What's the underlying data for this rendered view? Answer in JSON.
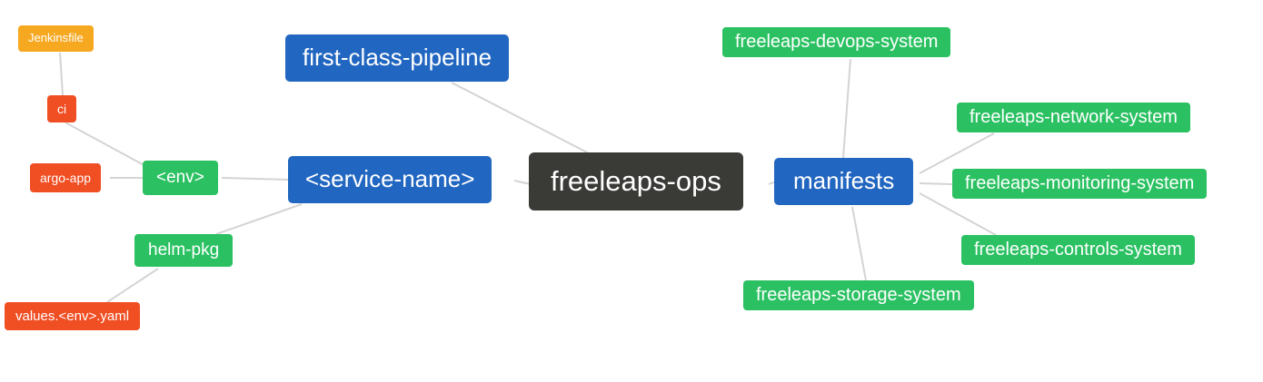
{
  "diagram": {
    "edge_color": "#d4d4d4",
    "nodes": {
      "jenkinsfile": {
        "label": "Jenkinsfile",
        "color": "#f6a821"
      },
      "ci": {
        "label": "ci",
        "color": "#f04e23"
      },
      "argo_app": {
        "label": "argo-app",
        "color": "#f04e23"
      },
      "env": {
        "label": "<env>",
        "color": "#2bc162"
      },
      "first_class_pipeline": {
        "label": "first-class-pipeline",
        "color": "#2166c0"
      },
      "service_name": {
        "label": "<service-name>",
        "color": "#2166c0"
      },
      "helm_pkg": {
        "label": "helm-pkg",
        "color": "#2bc162"
      },
      "values_env_yaml": {
        "label": "values.<env>.yaml",
        "color": "#f04e23"
      },
      "freeleaps_ops": {
        "label": "freeleaps-ops",
        "color": "#3a3a37"
      },
      "manifests": {
        "label": "manifests",
        "color": "#2166c0"
      },
      "devops_system": {
        "label": "freeleaps-devops-system",
        "color": "#2bc162"
      },
      "network_system": {
        "label": "freeleaps-network-system",
        "color": "#2bc162"
      },
      "monitoring_system": {
        "label": "freeleaps-monitoring-system",
        "color": "#2bc162"
      },
      "controls_system": {
        "label": "freeleaps-controls-system",
        "color": "#2bc162"
      },
      "storage_system": {
        "label": "freeleaps-storage-system",
        "color": "#2bc162"
      }
    },
    "edges": [
      [
        "jenkinsfile",
        "ci"
      ],
      [
        "ci",
        "env"
      ],
      [
        "argo_app",
        "env"
      ],
      [
        "env",
        "service_name"
      ],
      [
        "helm_pkg",
        "service_name"
      ],
      [
        "values_env_yaml",
        "helm_pkg"
      ],
      [
        "first_class_pipeline",
        "freeleaps_ops"
      ],
      [
        "service_name",
        "freeleaps_ops"
      ],
      [
        "freeleaps_ops",
        "manifests"
      ],
      [
        "manifests",
        "devops_system"
      ],
      [
        "manifests",
        "network_system"
      ],
      [
        "manifests",
        "monitoring_system"
      ],
      [
        "manifests",
        "controls_system"
      ],
      [
        "manifests",
        "storage_system"
      ]
    ]
  }
}
